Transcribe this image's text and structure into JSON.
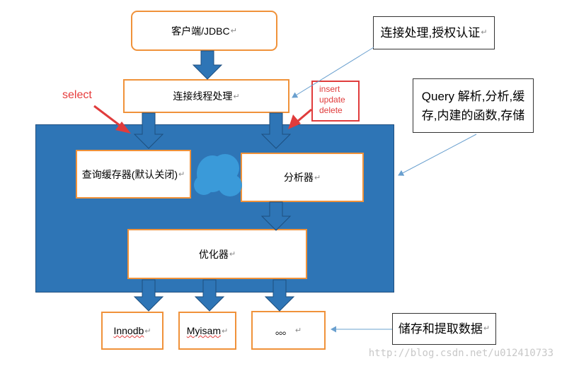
{
  "nodes": {
    "client": "客户端/JDBC",
    "connection": "连接线程处理",
    "query_cache": "查询缓存器(默认关闭)",
    "analyzer": "分析器",
    "optimizer": "优化器",
    "innodb": "Innodb",
    "myisam": "Myisam",
    "more": "。。。"
  },
  "notes": {
    "connection_note": "连接处理,授权认证",
    "query_note_line1": "Query 解析,分析,缓",
    "query_note_line2": "存,内建的函数,存储",
    "storage_note": "储存和提取数据"
  },
  "labels": {
    "select": "select",
    "write_ops": [
      "insert",
      "update",
      "delete"
    ]
  },
  "return_mark": "↵",
  "watermark": "http://blog.csdn.net/u012410733",
  "colors": {
    "panel_blue": "#2e75b6",
    "box_border_orange": "#f0923a",
    "arrow_fill": "#2e75b6",
    "red": "#e03c3c"
  }
}
